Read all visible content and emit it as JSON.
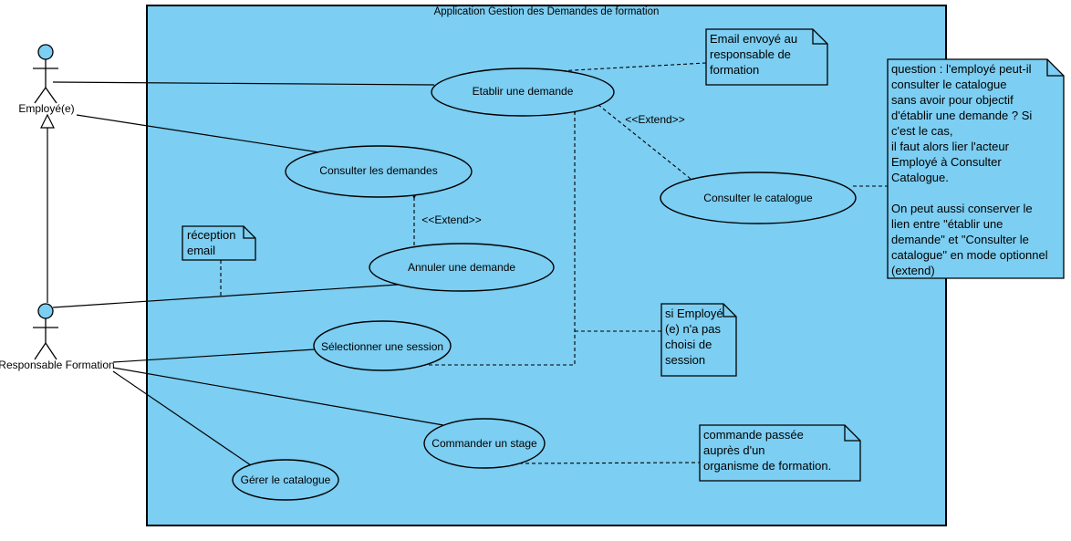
{
  "title": "Application Gestion des Demandes de formation",
  "colors": {
    "shape_fill": "#7CCEF2",
    "stroke": "#000000",
    "background": "#ffffff"
  },
  "actors": {
    "employe": {
      "label": "Employé(e)"
    },
    "responsable": {
      "label": "Responsable Formation"
    }
  },
  "use_cases": {
    "etablir": {
      "label": "Etablir une demande"
    },
    "consulter_demandes": {
      "label": "Consulter les demandes"
    },
    "annuler": {
      "label": "Annuler une demande"
    },
    "selectionner": {
      "label": "Sélectionner une session"
    },
    "commander": {
      "label": "Commander un stage"
    },
    "gerer": {
      "label": "Gérer le catalogue"
    },
    "consulter_catalogue": {
      "label": "Consulter le catalogue"
    }
  },
  "stereotypes": {
    "extend_annuler": "<<Extend>>",
    "extend_catalogue": "<<Extend>>"
  },
  "notes": {
    "email": {
      "text": "Email envoyé au\nresponsable de\nformation"
    },
    "reception": {
      "text": "réception\nemail"
    },
    "si_employe": {
      "text": "si Employé\n(e) n'a pas\nchoisi de\nsession"
    },
    "commande": {
      "text": "commande passée\nauprès d'un\norganisme de formation."
    },
    "question": {
      "text": "question : l'employé peut-il\nconsulter le catalogue\nsans avoir pour objectif\nd'établir une demande ? Si\nc'est le cas,\nil faut alors lier l'acteur\nEmployé à Consulter\nCatalogue.\n\nOn peut aussi conserver le\nlien entre \"établir une\ndemande\" et \"Consulter le\ncatalogue\" en mode optionnel\n(extend)"
    }
  }
}
